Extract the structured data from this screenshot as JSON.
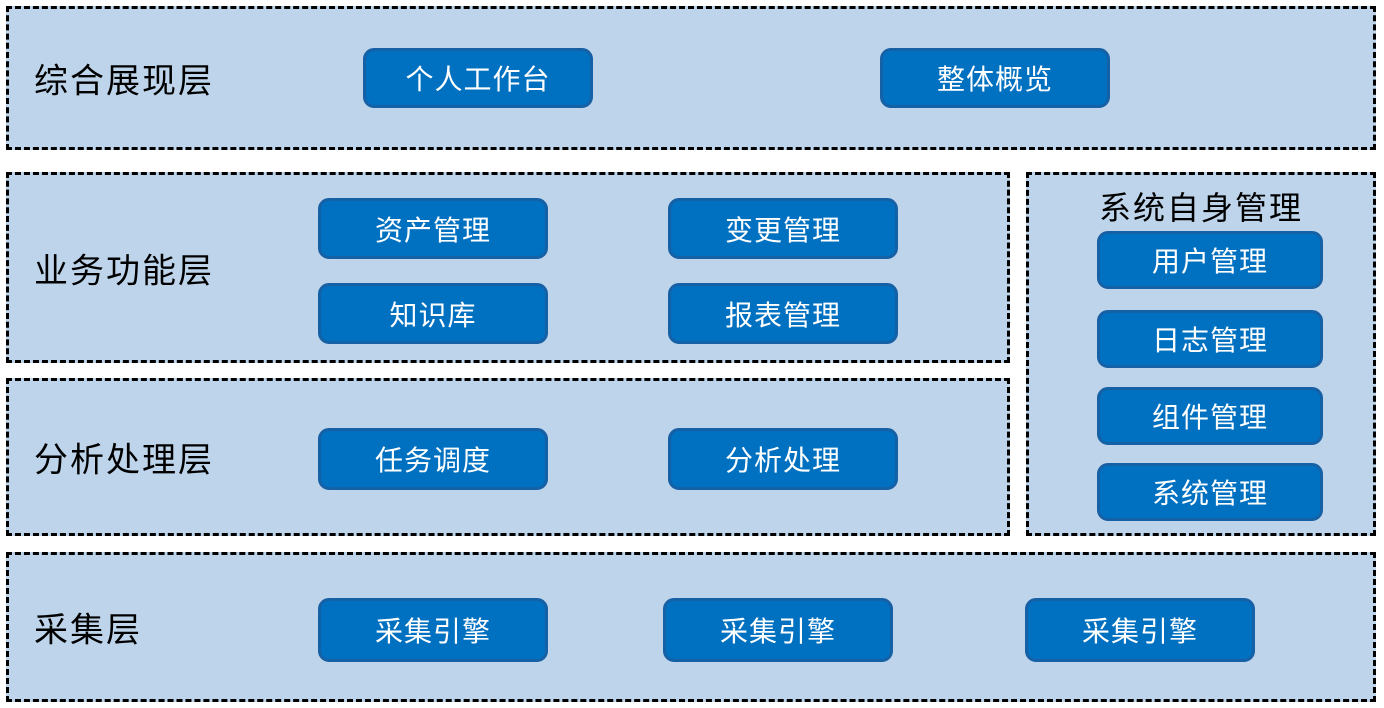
{
  "colors": {
    "panel_bg": "#bdd4ea",
    "panel_border": "#000000",
    "button_bg": "#0070c0",
    "button_border": "#1660a5",
    "button_text": "#ffffff",
    "label_text": "#000000"
  },
  "layers": [
    {
      "label": "综合展现层",
      "buttons": [
        "个人工作台",
        "整体概览"
      ]
    },
    {
      "label": "业务功能层",
      "buttons": [
        "资产管理",
        "变更管理",
        "知识库",
        "报表管理"
      ]
    },
    {
      "label": "分析处理层",
      "buttons": [
        "任务调度",
        "分析处理"
      ]
    },
    {
      "label": "采集层",
      "buttons": [
        "采集引擎",
        "采集引擎",
        "采集引擎"
      ]
    }
  ],
  "side_panel": {
    "title": "系统自身管理",
    "buttons": [
      "用户管理",
      "日志管理",
      "组件管理",
      "系统管理"
    ]
  }
}
